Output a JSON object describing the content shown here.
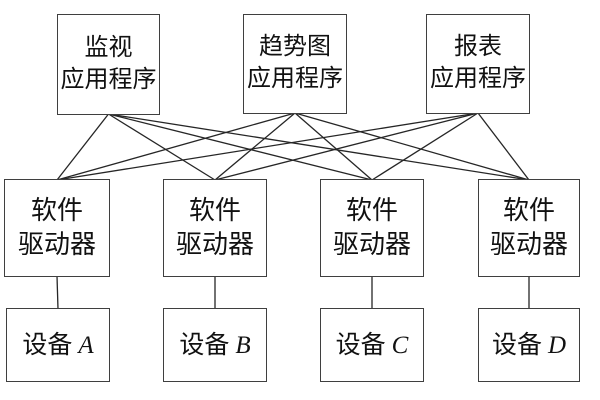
{
  "diagram": {
    "type": "layered-architecture",
    "colors": {
      "background": "#ffffff",
      "box_border": "#3f3f3f",
      "line": "#262626",
      "text": "#111111"
    },
    "applications": [
      {
        "id": "app-0",
        "line1": "监视",
        "line2": "应用程序"
      },
      {
        "id": "app-1",
        "line1": "趋势图",
        "line2": "应用程序"
      },
      {
        "id": "app-2",
        "line1": "报表",
        "line2": "应用程序"
      }
    ],
    "drivers": [
      {
        "id": "driver-0",
        "line1": "软件",
        "line2": "驱动器"
      },
      {
        "id": "driver-1",
        "line1": "软件",
        "line2": "驱动器"
      },
      {
        "id": "driver-2",
        "line1": "软件",
        "line2": "驱动器"
      },
      {
        "id": "driver-3",
        "line1": "软件",
        "line2": "驱动器"
      }
    ],
    "devices": [
      {
        "id": "device-0",
        "prefix": "设备",
        "letter": "A"
      },
      {
        "id": "device-1",
        "prefix": "设备",
        "letter": "B"
      },
      {
        "id": "device-2",
        "prefix": "设备",
        "letter": "C"
      },
      {
        "id": "device-3",
        "prefix": "设备",
        "letter": "D"
      }
    ],
    "edges": [
      {
        "from": "app-0",
        "to": "driver-0"
      },
      {
        "from": "app-0",
        "to": "driver-1"
      },
      {
        "from": "app-0",
        "to": "driver-2"
      },
      {
        "from": "app-0",
        "to": "driver-3"
      },
      {
        "from": "app-1",
        "to": "driver-0"
      },
      {
        "from": "app-1",
        "to": "driver-1"
      },
      {
        "from": "app-1",
        "to": "driver-2"
      },
      {
        "from": "app-1",
        "to": "driver-3"
      },
      {
        "from": "app-2",
        "to": "driver-0"
      },
      {
        "from": "app-2",
        "to": "driver-1"
      },
      {
        "from": "app-2",
        "to": "driver-2"
      },
      {
        "from": "app-2",
        "to": "driver-3"
      },
      {
        "from": "driver-0",
        "to": "device-0"
      },
      {
        "from": "driver-1",
        "to": "device-1"
      },
      {
        "from": "driver-2",
        "to": "device-2"
      },
      {
        "from": "driver-3",
        "to": "device-3"
      }
    ]
  }
}
